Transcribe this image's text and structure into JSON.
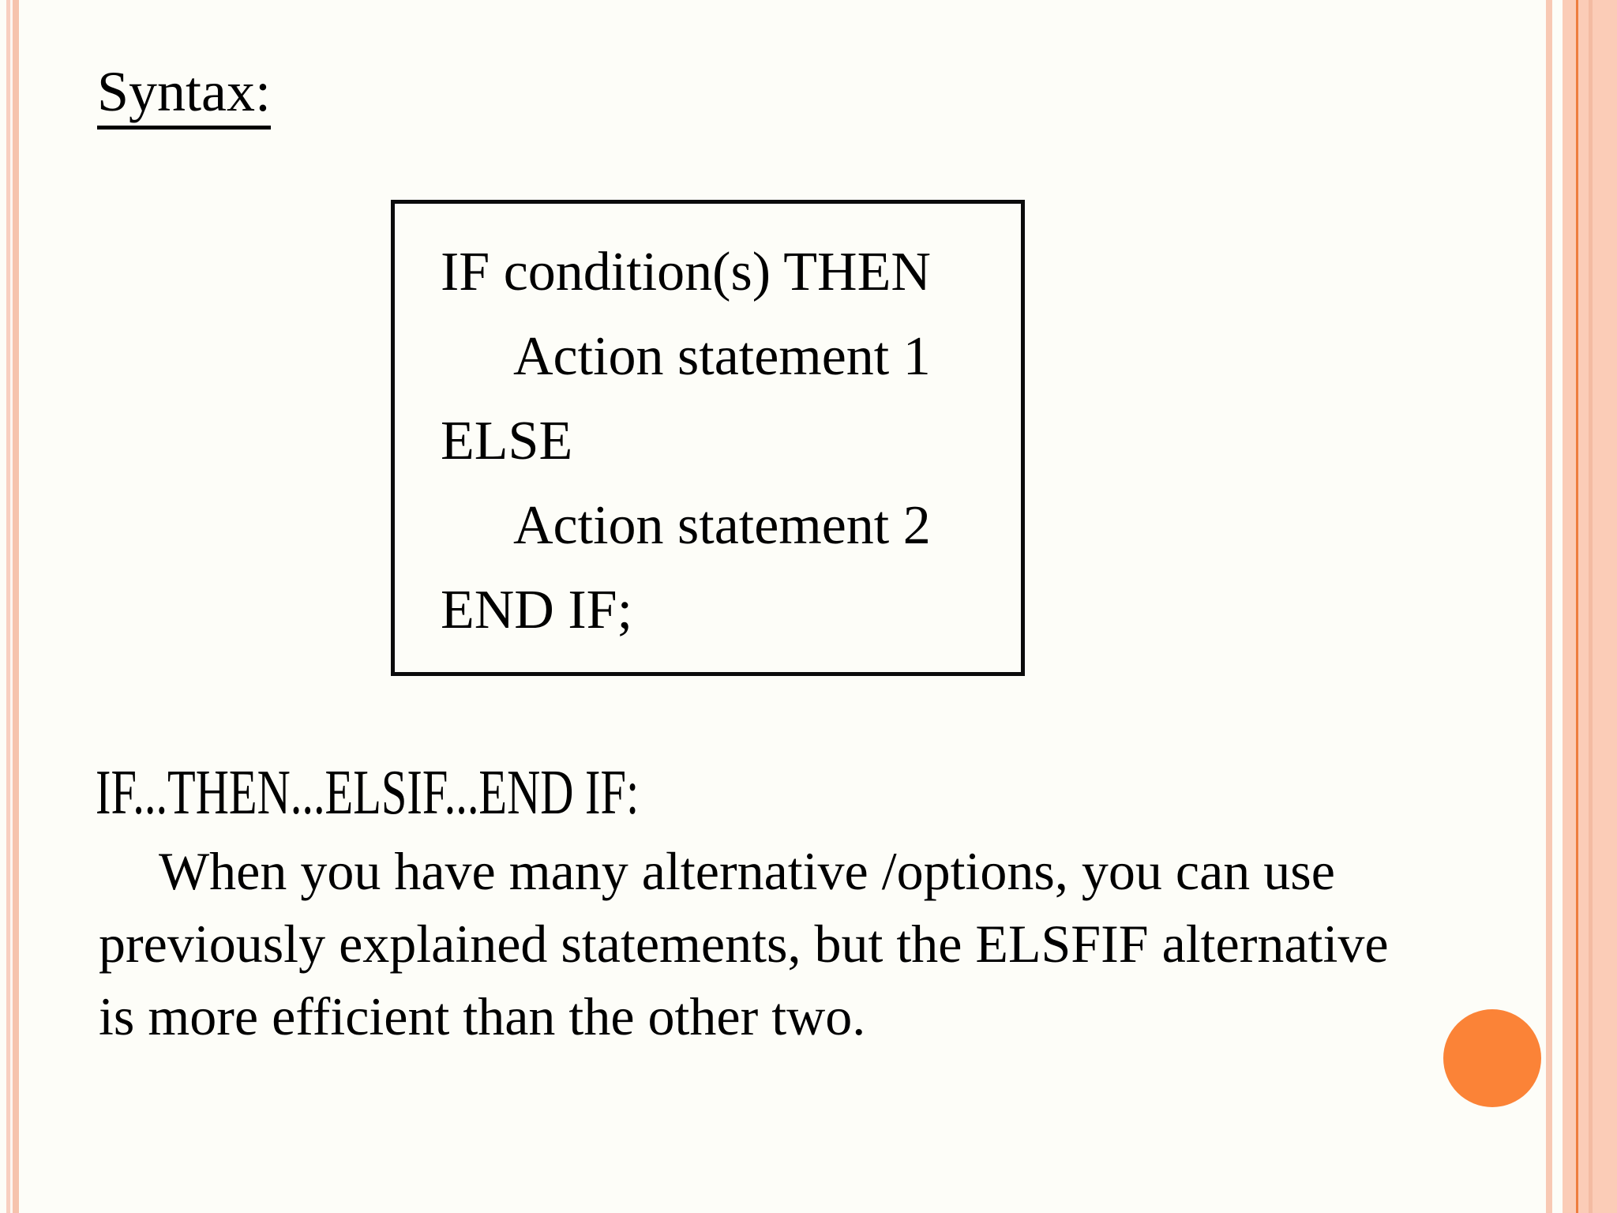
{
  "title": "Syntax:",
  "code_box": {
    "lines": [
      "IF condition(s) THEN",
      "Action statement 1",
      "ELSE",
      "Action statement 2",
      "END IF;"
    ]
  },
  "subheading": "IF...THEN...ELSIF...END IF:",
  "paragraph": {
    "lines": [
      "When you have many alternative /options, you can use",
      "previously explained statements, but the ELSFIF alternative",
      "is more efficient than the other two."
    ]
  },
  "colors": {
    "background": "#fdfdf8",
    "text": "#000000",
    "accent_circle": "#fb8337",
    "stripe_left_light": "#f8cfc0",
    "stripe_left_main": "#f6c3ad",
    "stripe_right_outer": "#f8c9b4",
    "stripe_right_band": "#fbccb7",
    "stripe_right_line": "#ee7d3e",
    "stripe_right_shade": "#f3bba2"
  }
}
